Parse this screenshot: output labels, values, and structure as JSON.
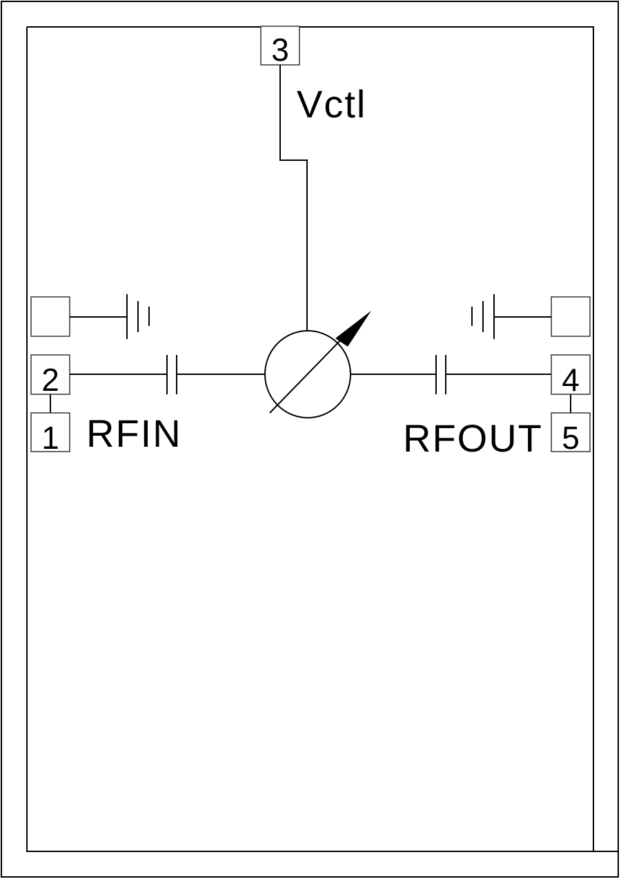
{
  "diagram": {
    "type": "schematic",
    "title": "Voltage-controlled phase shifter pinout",
    "component": "variable-phase-shifter",
    "pins": [
      {
        "number": "1",
        "label": "RFIN"
      },
      {
        "number": "2",
        "label": "RFIN"
      },
      {
        "number": "3",
        "label": "Vctl"
      },
      {
        "number": "4",
        "label": "RFOUT"
      },
      {
        "number": "5",
        "label": "RFOUT"
      }
    ],
    "labels": {
      "vctl": "Vctl",
      "rfin": "RFIN",
      "rfout": "RFOUT"
    },
    "pin_numbers": {
      "p1": "1",
      "p2": "2",
      "p3": "3",
      "p4": "4",
      "p5": "5"
    }
  }
}
